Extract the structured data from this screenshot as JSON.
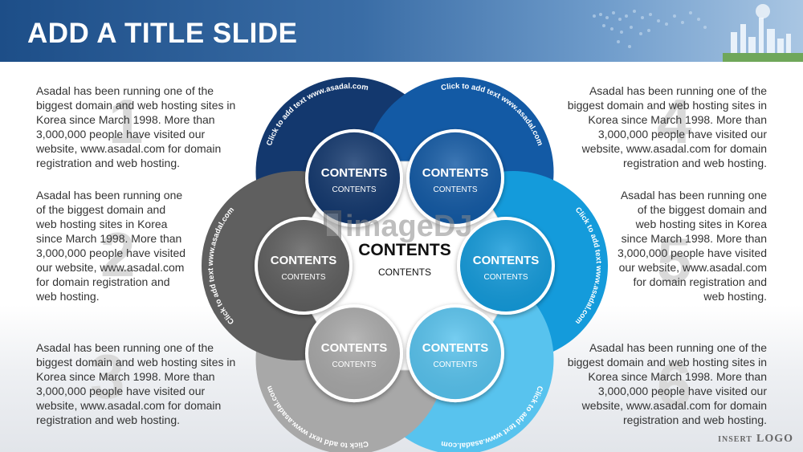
{
  "slide": {
    "title": "ADD A TITLE SLIDE"
  },
  "text_blocks": {
    "top_left": "Asadal has been running one of the biggest domain and web hosting sites in Korea since March 1998. More than 3,000,000 people have visited our website, www.asadal.com for domain registration and web hosting.",
    "mid_left": "Asadal has been running one of the biggest domain and web hosting sites in Korea since March 1998. More than 3,000,000 people have visited our website, www.asadal.com for domain registration and web hosting.",
    "bottom_left": "Asadal has been running one of the biggest domain and web hosting sites in Korea since March 1998. More than 3,000,000 people have visited our website, www.asadal.com for domain registration and web hosting.",
    "top_right": "Asadal has been running one of the biggest domain and web hosting sites in Korea since March 1998. More than 3,000,000 people have visited our website, www.asadal.com for domain registration and web hosting.",
    "mid_right": "Asadal has been running one of the biggest domain and web hosting sites in Korea since March 1998. More than 3,000,000 people have visited our website, www.asadal.com for domain registration and web hosting.",
    "bottom_right": "Asadal has been running one of the biggest domain and web hosting sites in Korea since March 1998. More than 3,000,000 people have visited our website, www.asadal.com for domain registration and web hosting."
  },
  "numbers": [
    "1",
    "2",
    "3",
    "4",
    "5",
    "6"
  ],
  "center": {
    "title": "CONTENTS",
    "subtitle": "CONTENTS",
    "watermark": "imageDJ"
  },
  "segments": [
    {
      "id": "top-left",
      "title": "CONTENTS",
      "subtitle": "CONTENTS",
      "arc_text": "Click to add text www.asadal.com",
      "color": "#13386e"
    },
    {
      "id": "top-right",
      "title": "CONTENTS",
      "subtitle": "CONTENTS",
      "arc_text": "Click to add text www.asadal.com",
      "color": "#135aa5"
    },
    {
      "id": "right",
      "title": "CONTENTS",
      "subtitle": "CONTENTS",
      "arc_text": "Click to add text www.asadal.com",
      "color": "#149bdb"
    },
    {
      "id": "bottom-right",
      "title": "CONTENTS",
      "subtitle": "CONTENTS",
      "arc_text": "Click to add text www.asadal.com",
      "color": "#58c3ee"
    },
    {
      "id": "bottom-left",
      "title": "CONTENTS",
      "subtitle": "CONTENTS",
      "arc_text": "Click to add text www.asadal.com",
      "color": "#a8a8a8"
    },
    {
      "id": "left",
      "title": "CONTENTS",
      "subtitle": "CONTENTS",
      "arc_text": "Click to add text www.asadal.com",
      "color": "#5f5f5f"
    }
  ],
  "footer": {
    "insert": "INSERT",
    "logo": "LOGO"
  }
}
